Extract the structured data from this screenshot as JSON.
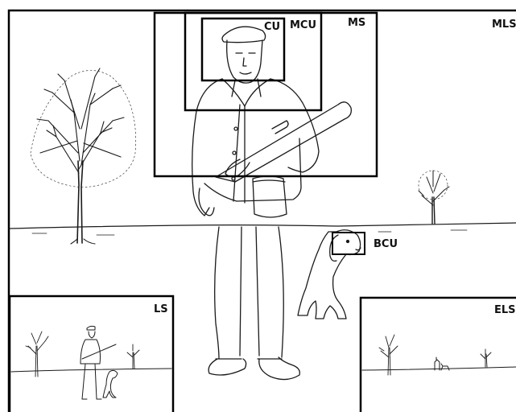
{
  "shot_labels": {
    "cu": "CU",
    "mcu": "MCU",
    "ms": "MS",
    "mls": "MLS",
    "bcu": "BCU",
    "ls": "LS",
    "els": "ELS"
  }
}
